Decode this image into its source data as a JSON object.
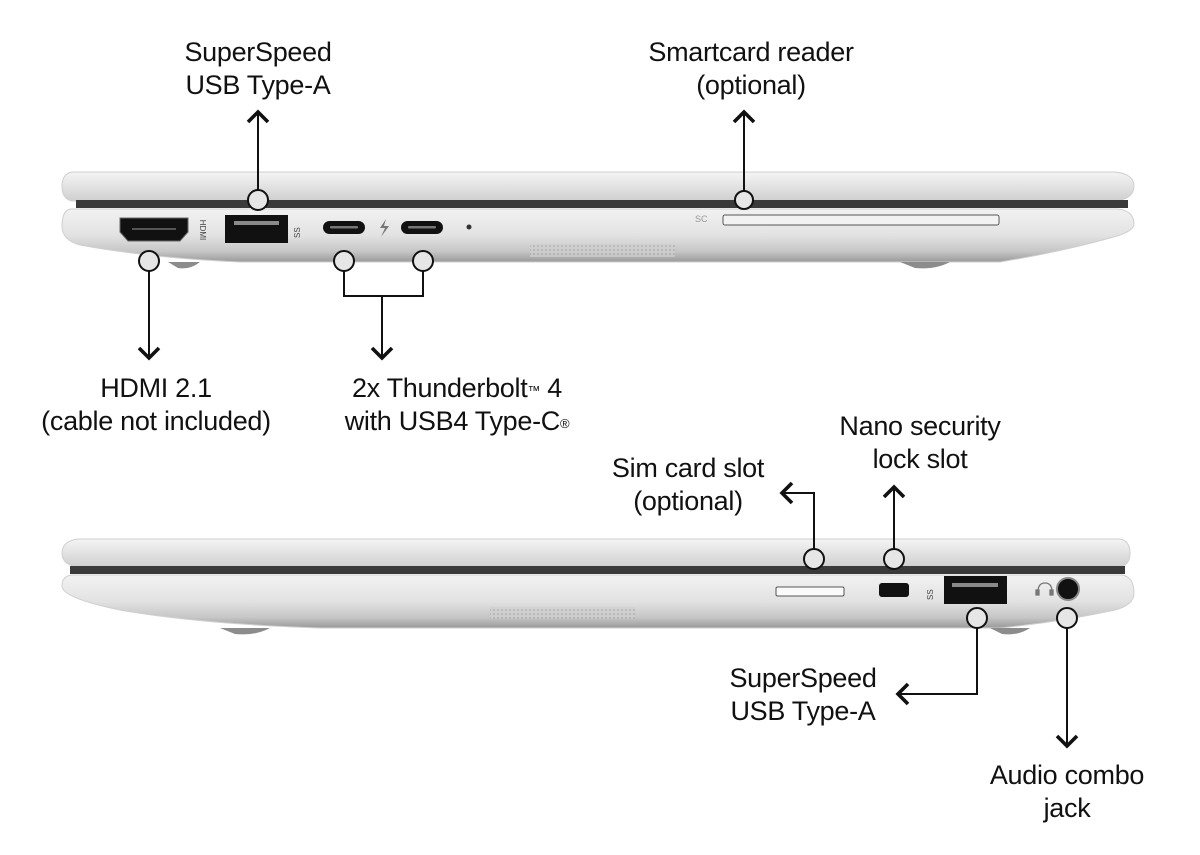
{
  "title": "Laptop side port diagram",
  "views": {
    "left_side": {
      "labels": {
        "usb_a": {
          "line1": "SuperSpeed",
          "line2": "USB Type-A"
        },
        "smartcard": {
          "line1": "Smartcard reader",
          "line2": "(optional)"
        },
        "hdmi": {
          "line1": "HDMI 2.1",
          "line2": "(cable not included)"
        },
        "thunderbolt": {
          "line1_pre": "2x Thunderbolt",
          "line1_tm": "™",
          "line1_post": " 4",
          "line2_pre": "with USB4 Type-C",
          "line2_reg": "®"
        }
      },
      "port_markings": {
        "hdmi_text": "HDMI",
        "usb_text": "SS",
        "smartcard_text": "SC"
      },
      "icons": [
        "hdmi-port-icon",
        "usb-a-port-icon",
        "usb-c-port-icon",
        "thunderbolt-icon",
        "usb-c-port-icon",
        "led-indicator-icon",
        "smartcard-slot-icon"
      ]
    },
    "right_side": {
      "labels": {
        "sim": {
          "line1": "Sim card slot",
          "line2": "(optional)"
        },
        "lock": {
          "line1": "Nano security",
          "line2": "lock slot"
        },
        "usb_a": {
          "line1": "SuperSpeed",
          "line2": "USB Type-A"
        },
        "audio": {
          "line1": "Audio combo",
          "line2": "jack"
        }
      },
      "port_markings": {
        "usb_text": "SS"
      },
      "icons": [
        "sim-slot-icon",
        "lock-slot-icon",
        "usb-a-port-icon",
        "headset-icon",
        "audio-jack-icon"
      ]
    }
  },
  "colors": {
    "background": "#ffffff",
    "chassis_light": "#ededed",
    "chassis_mid": "#d4d4d4",
    "chassis_dark": "#a8a8a8",
    "seam": "#3a3a3a",
    "port": "#111111",
    "callout_line": "#111111",
    "callout_dot": "#e6e6e6"
  }
}
